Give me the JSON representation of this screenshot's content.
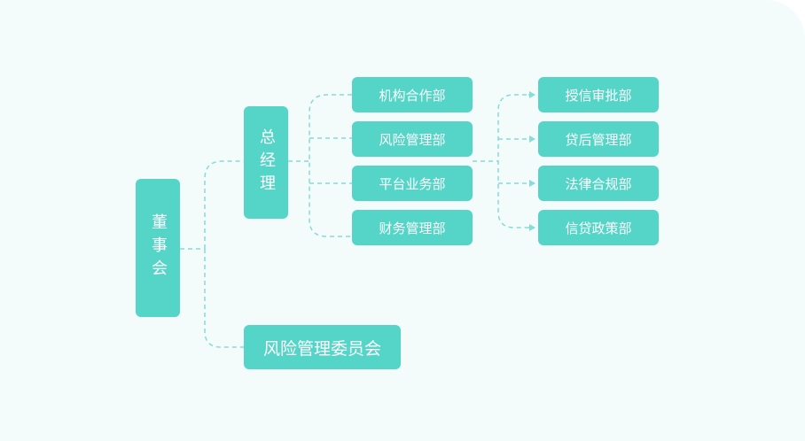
{
  "board": "董事会",
  "gm": "总经理",
  "risk_committee": "风险管理委员会",
  "departments": [
    "机构合作部",
    "风险管理部",
    "平台业务部",
    "财务管理部"
  ],
  "sub_departments": [
    "授信审批部",
    "贷后管理部",
    "法律合规部",
    "信贷政策部"
  ],
  "colors": {
    "node": "#55d5c8",
    "connector": "#86dcd6",
    "background": "#f3fbfb"
  }
}
